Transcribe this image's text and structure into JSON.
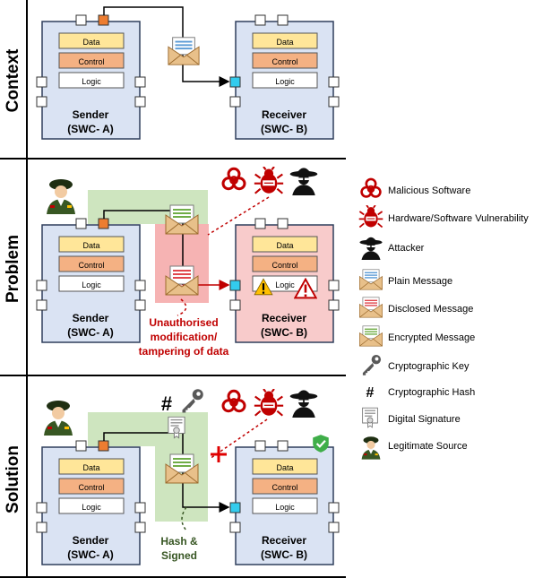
{
  "rows": {
    "context": "Context",
    "problem": "Problem",
    "solution": "Solution"
  },
  "component": {
    "data": "Data",
    "control": "Control",
    "logic": "Logic"
  },
  "sender": {
    "line1": "Sender",
    "line2": "(SWC- A)"
  },
  "receiver": {
    "line1": "Receiver",
    "line2": "(SWC- B)"
  },
  "annotations": {
    "tamper_line1": "Unauthorised",
    "tamper_line2": "modification/",
    "tamper_line3": "tampering of data",
    "hash_line1": "Hash &",
    "hash_line2": "Signed",
    "hash_symbol": "#"
  },
  "legend": {
    "items": [
      {
        "label": "Malicious Software",
        "icon": "biohazard-icon"
      },
      {
        "label": "Hardware/Software Vulnerability",
        "icon": "bug-icon"
      },
      {
        "label": "Attacker",
        "icon": "attacker-icon"
      },
      {
        "label": "Plain Message",
        "icon": "plain-message-icon"
      },
      {
        "label": "Disclosed Message",
        "icon": "disclosed-message-icon"
      },
      {
        "label": "Encrypted Message",
        "icon": "encrypted-message-icon"
      },
      {
        "label": "Cryptographic Key",
        "icon": "key-icon"
      },
      {
        "label": "Cryptographic Hash",
        "icon": "hash-icon"
      },
      {
        "label": "Digital Signature",
        "icon": "certificate-icon"
      },
      {
        "label": "Legitimate Source",
        "icon": "soldier-icon"
      }
    ],
    "hash_symbol": "#"
  },
  "colors": {
    "swc_fill": "#dae3f3",
    "swc_stroke": "#2f3e5c",
    "data_fill": "#ffe699",
    "control_fill": "#f4b183",
    "port_orange": "#ed7d31",
    "port_cyan": "#33ccee",
    "threat_red": "#c00000",
    "receiver_bad_fill": "#f8cbcb",
    "secure_green": "#c6e0b4",
    "dark_green": "#375623"
  }
}
